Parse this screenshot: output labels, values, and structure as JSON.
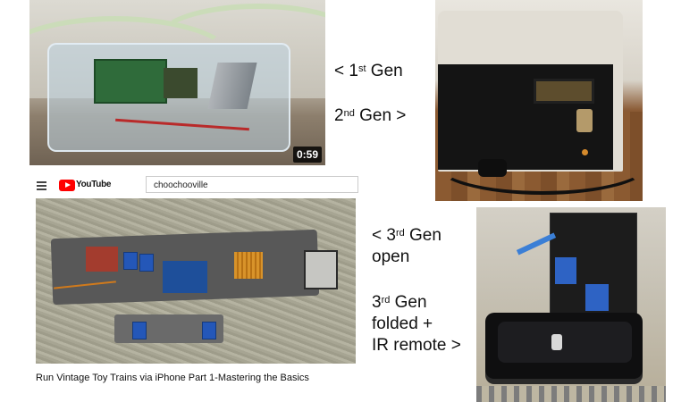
{
  "video_thumbnail": {
    "duration": "0:59"
  },
  "labels": {
    "gen1": {
      "prefix": "< 1",
      "sup": "st",
      "suffix": " Gen"
    },
    "gen2": {
      "prefix": "2",
      "sup": "nd",
      "suffix": " Gen >"
    },
    "gen3_open": {
      "prefix": "< 3",
      "sup": "rd",
      "suffix": " Gen",
      "line2": "open"
    },
    "gen3_folded": {
      "prefix": "3",
      "sup": "rd",
      "suffix": " Gen",
      "line2": "folded +",
      "line3": "IR remote  >"
    }
  },
  "youtube": {
    "logo_text": "YouTube",
    "search_value": "choochooville",
    "video_title": "Run Vintage Toy Trains via iPhone Part 1-Mastering the Basics"
  },
  "icons": {
    "menu": "hamburger-menu-icon",
    "logo": "youtube-logo-icon"
  },
  "colors": {
    "youtube_red": "#ff0000",
    "caption_text": "#111111"
  }
}
